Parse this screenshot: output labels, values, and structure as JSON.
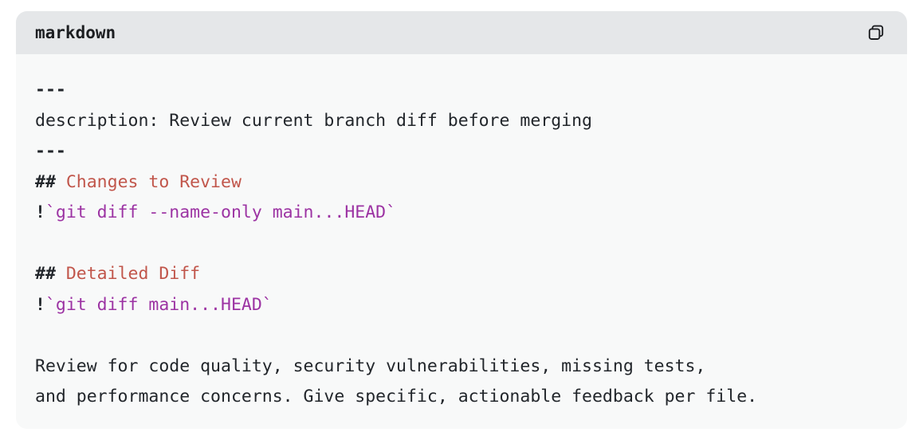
{
  "card": {
    "language_label": "markdown",
    "copy_icon": "copy-icon",
    "header_bg": "#e5e7e9",
    "body_bg": "#f8f9f9",
    "page_bg": "#ffffff"
  },
  "colors": {
    "plain_text": "#22262b",
    "heading_accent": "#c1564b",
    "inline_code_accent": "#9c33a3"
  },
  "content": {
    "lines": [
      {
        "type": "rule",
        "text": "---"
      },
      {
        "type": "plain",
        "text": "description: Review current branch diff before merging"
      },
      {
        "type": "rule",
        "text": "---"
      },
      {
        "type": "heading",
        "marker": "## ",
        "text": "Changes to Review"
      },
      {
        "type": "bangcode",
        "marker": "!",
        "text": "`git diff --name-only main...HEAD`"
      },
      {
        "type": "blank",
        "text": " "
      },
      {
        "type": "heading",
        "marker": "## ",
        "text": "Detailed Diff"
      },
      {
        "type": "bangcode",
        "marker": "!",
        "text": "`git diff main...HEAD`"
      },
      {
        "type": "blank",
        "text": " "
      },
      {
        "type": "plain",
        "text": "Review for code quality, security vulnerabilities, missing tests,"
      },
      {
        "type": "plain",
        "text": "and performance concerns. Give specific, actionable feedback per file."
      }
    ]
  }
}
